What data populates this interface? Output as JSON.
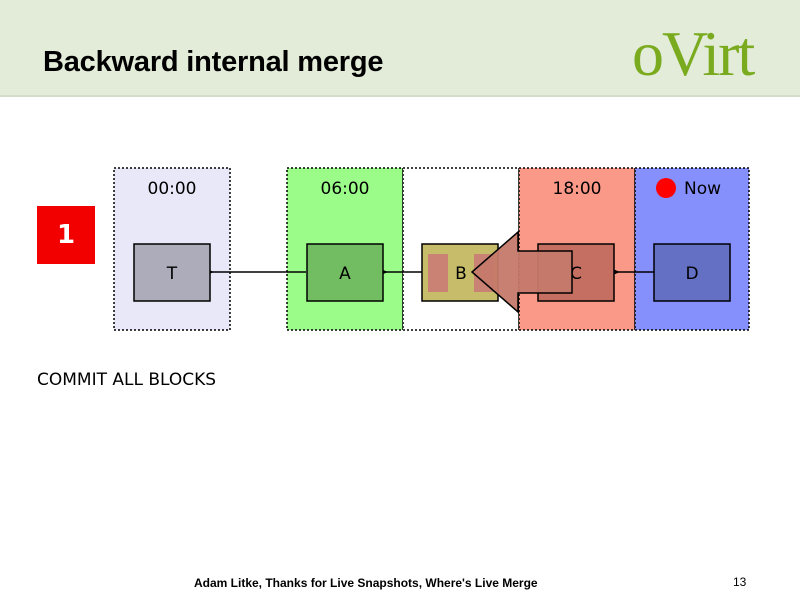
{
  "header": {
    "title": "Backward internal merge",
    "logo_text": "oVirt"
  },
  "step_badge": "1",
  "caption": "COMMIT ALL BLOCKS",
  "footer": {
    "text": "Adam Litke, Thanks for Live Snapshots, Where's Live Merge",
    "page_number": "13"
  },
  "diagram": {
    "columns": [
      {
        "time_label": "00:00",
        "color": "#e8e8f8",
        "dotted_border": true
      },
      {
        "time_label": "06:00",
        "color": "#9cfc8a",
        "dotted_border": true
      },
      {
        "time_label": "",
        "color": "#ffffff",
        "dotted_border": true
      },
      {
        "time_label": "18:00",
        "color": "#fb9988",
        "dotted_border": true
      },
      {
        "time_label": "Now",
        "color": "#8690fc",
        "dotted_border": true,
        "marker_color": "#ff0000"
      }
    ],
    "images": [
      {
        "label": "T",
        "fill": "#acacba"
      },
      {
        "label": "A",
        "fill": "#72bd62"
      },
      {
        "label": "B",
        "fill": "#c6bc6a",
        "inner_fill": "#c98274"
      },
      {
        "label": "C",
        "fill": "#c56f62"
      },
      {
        "label": "D",
        "fill": "#6370c4"
      }
    ],
    "merge_arrow_color": "#c5796a",
    "colors": {
      "header_bg": "#e2ecd9",
      "logo": "#7aab1f",
      "badge": "#f20000"
    }
  }
}
